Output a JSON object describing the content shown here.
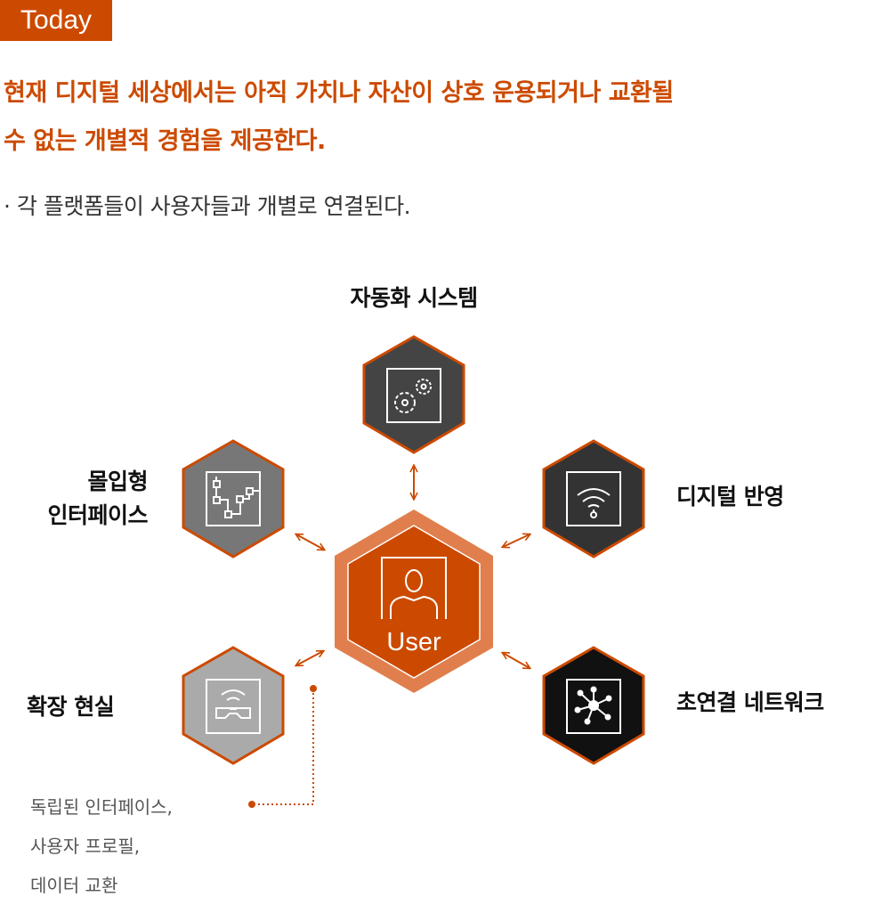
{
  "badge": "Today",
  "headline": {
    "line1": "현재 디지털 세상에서는 아직 가치나 자산이 상호 운용되거나 교환될",
    "line2": "수 없는 개별적 경험을 제공한다."
  },
  "bullet": "· 각 플랫폼들이 사용자들과 개별로 연결된다.",
  "center": {
    "label": "User",
    "icon": "user-icon"
  },
  "nodes": {
    "automation": {
      "label": "자동화 시스템",
      "icon": "gears-icon"
    },
    "immersive": {
      "line1": "몰입형",
      "line2": "인터페이스",
      "icon": "flowchart-icon"
    },
    "digital": {
      "label": "디지털 반영",
      "icon": "wifi-icon"
    },
    "xr": {
      "label": "확장 현실",
      "icon": "vr-headset-icon"
    },
    "network": {
      "label": "초연결 네트워크",
      "icon": "network-icon"
    }
  },
  "note": {
    "line1": "독립된 인터페이스,",
    "line2": "사용자 프로필,",
    "line3": "데이터 교환"
  },
  "colors": {
    "accent": "#cc4a00",
    "accent_light": "#e07f4d"
  }
}
